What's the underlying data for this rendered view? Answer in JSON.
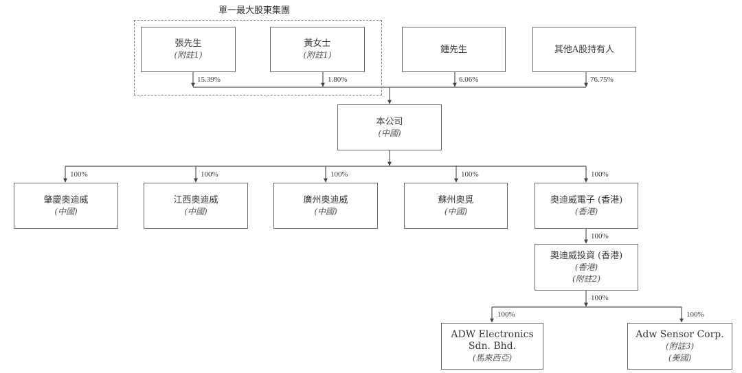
{
  "group": {
    "title": "單一最大股東集團"
  },
  "shareholders": [
    {
      "name": "張先生",
      "note": "(附註1)",
      "pct": "15.39%"
    },
    {
      "name": "黃女士",
      "note": "(附註1)",
      "pct": "1.80%"
    },
    {
      "name": "鍾先生",
      "note": "",
      "pct": "6.06%"
    },
    {
      "name": "其他A股持有人",
      "note": "",
      "pct": "76.75%"
    }
  ],
  "company": {
    "name": "本公司",
    "location": "(中國)"
  },
  "subsidiaries": [
    {
      "name": "肇慶奧迪威",
      "location": "(中國)",
      "pct": "100%"
    },
    {
      "name": "江西奧迪威",
      "location": "(中國)",
      "pct": "100%"
    },
    {
      "name": "廣州奧迪威",
      "location": "(中國)",
      "pct": "100%"
    },
    {
      "name": "蘇州奧覓",
      "location": "(中國)",
      "pct": "100%"
    },
    {
      "name": "奧迪威電子 (香港)",
      "location": "(香港)",
      "pct": "100%"
    }
  ],
  "investment": {
    "name": "奧迪威投資 (香港)",
    "location": "(香港)",
    "note": "(附註2)",
    "pct": "100%",
    "pct_out": "100%"
  },
  "overseas": [
    {
      "name_line1": "ADW Electronics",
      "name_line2": "Sdn. Bhd.",
      "location": "(馬來西亞)",
      "pct": "100%"
    },
    {
      "name_line1": "Adw Sensor Corp.",
      "note": "(附註3)",
      "location": "(美國)",
      "pct": "100%"
    }
  ]
}
